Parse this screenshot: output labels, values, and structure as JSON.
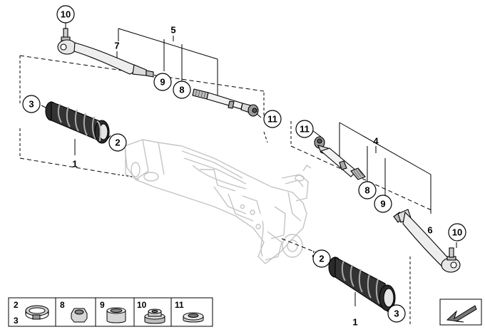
{
  "callouts": {
    "tie_rod_end_left": "10",
    "tie_rod_end_right": "10",
    "boot_left_top": "3",
    "clamp_left": "2",
    "nut_top_9": "9",
    "nut_top_8": "8",
    "inner_rod_left_11": "11",
    "inner_rod_right_11": "11",
    "right_8": "8",
    "right_9": "9",
    "clamp_right_2": "2",
    "boot_right_3": "3"
  },
  "labels": {
    "tie_rod_assembly_left": "5",
    "tie_rod_end_left_7": "7",
    "boot_left_1": "1",
    "tie_rod_assembly_right": "4",
    "tie_rod_end_right_6": "6",
    "boot_right_1": "1"
  },
  "legend": {
    "cell1_top": "2",
    "cell1_bottom": "3",
    "cell2": "8",
    "cell3": "9",
    "cell4": "10",
    "cell5": "11"
  },
  "colors": {
    "ink": "#000000",
    "ghost": "#c8c8c8",
    "part_fill": "#e8e8e8",
    "part_dark": "#8a8a8a"
  },
  "icons": {
    "direction": "arrow-icon"
  }
}
